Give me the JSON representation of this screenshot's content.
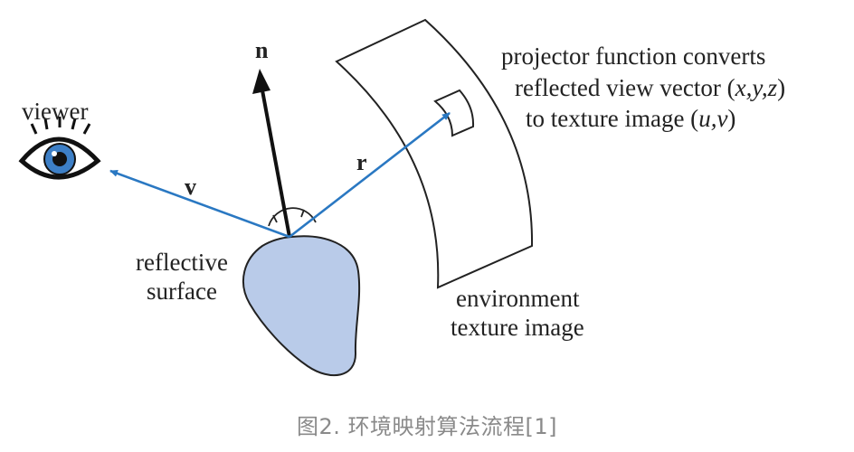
{
  "labels": {
    "viewer": "viewer",
    "normal": "n",
    "view_vector": "v",
    "reflected_vector": "r",
    "reflective_surface_line1": "reflective",
    "reflective_surface_line2": "surface",
    "environment_line1": "environment",
    "environment_line2": "texture image",
    "projector_line1": "projector function converts",
    "projector_line2_prefix": "reflected view vector (",
    "projector_line2_vars": "x,y,z",
    "projector_line2_suffix": ")",
    "projector_line3_prefix": "to texture image (",
    "projector_line3_vars": "u,v",
    "projector_line3_suffix": ")"
  },
  "caption": "图2. 环境映射算法流程[1]",
  "colors": {
    "vector_blue": "#2a78c2",
    "surface_fill": "#b9cbe9",
    "eye_iris": "#3d7fc6",
    "ink": "#222222",
    "caption": "#8a8a8a"
  },
  "icons": [
    "eye-icon"
  ]
}
